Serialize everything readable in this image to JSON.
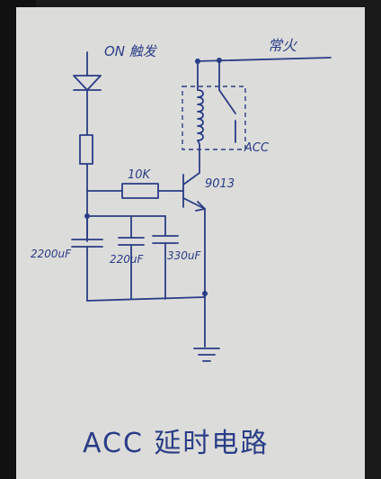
{
  "labels": {
    "on_trigger": "ON 触发",
    "live_wire": "常火",
    "acc": "ACC",
    "resistor": "10K",
    "transistor": "9013",
    "cap1": "2200uF",
    "cap2": "220uF",
    "cap3": "330uF"
  },
  "title": "ACC 延时电路",
  "colors": {
    "ink": "#2a3d86",
    "paper": "#dcdcda",
    "binding": "#111111"
  }
}
